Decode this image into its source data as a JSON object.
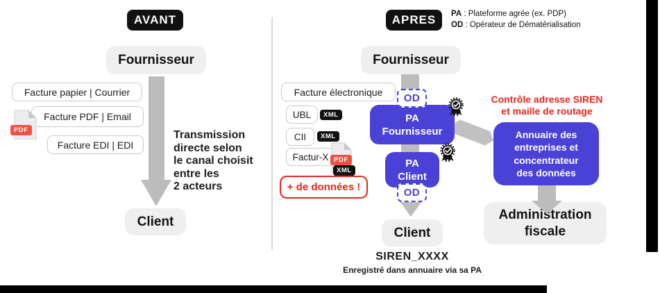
{
  "colors": {
    "accent": "#4a41d7",
    "red": "#e8251d",
    "pdf-red": "#f05043",
    "arrow-gray": "#bcbcbc",
    "box-gray": "#efefef",
    "badge-black": "#111111"
  },
  "avant": {
    "badge": "AVANT",
    "fournisseur_label": "Fournisseur",
    "client_label": "Client",
    "channel_boxes": [
      "Facture papier | Courrier",
      "Facture PDF | Email",
      "Facture EDI | EDI"
    ],
    "pdf_file_tag": "PDF",
    "transmission_lines": [
      "Transmission",
      "directe selon",
      "le canal choisit",
      "entre les",
      "2 acteurs"
    ]
  },
  "apres": {
    "badge": "APRES",
    "legend": {
      "pa_term": "PA",
      "pa_desc": " : Plateforme agrée (ex. PDP)",
      "od_term": "OD",
      "od_desc": " : Opérateur de Dématérialisation"
    },
    "fournisseur_label": "Fournisseur",
    "client_label": "Client",
    "facture_electronique": "Facture électronique",
    "formats": [
      {
        "label": "UBL"
      },
      {
        "label": "CII"
      },
      {
        "label": "Factur-X"
      }
    ],
    "xml_tag": "XML",
    "pdf_tag": "PDF",
    "plus_donnees": "+ de données !",
    "od_label": "OD",
    "pa_fournisseur_lines": [
      "PA",
      "Fournisseur"
    ],
    "pa_client_lines": [
      "PA",
      "Client"
    ],
    "controle_lines": [
      "Contrôle adresse SIREN",
      "et maille de routage"
    ],
    "annuaire_lines": [
      "Annuaire des",
      "entreprises et",
      "concentrateur",
      "des données"
    ],
    "administration_lines": [
      "Administration",
      "fiscale"
    ],
    "siren": "SIREN_XXXX",
    "enregistre": "Enregistré dans annuaire via sa PA"
  }
}
